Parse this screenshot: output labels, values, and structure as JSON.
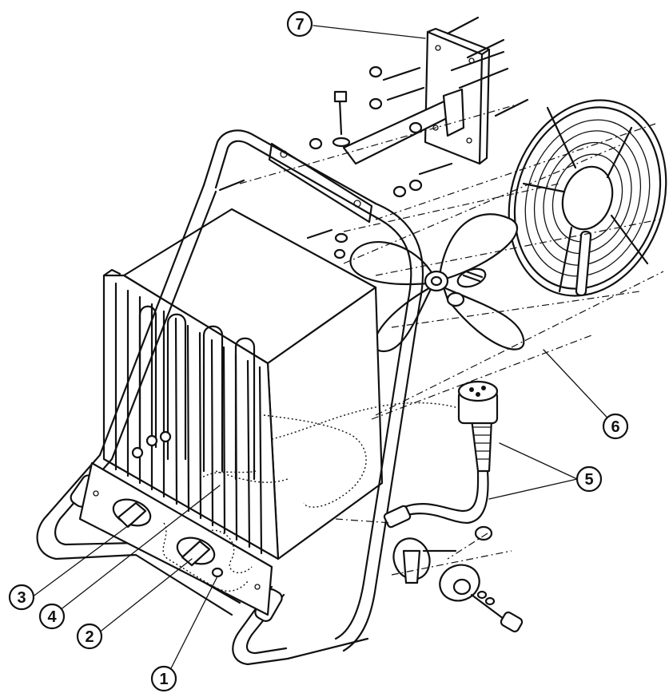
{
  "diagram": {
    "type": "exploded-parts-drawing",
    "colors": {
      "ink": "#111111",
      "paper": "#ffffff"
    },
    "callouts": [
      {
        "id": "1",
        "label": "1"
      },
      {
        "id": "2",
        "label": "2"
      },
      {
        "id": "3",
        "label": "3"
      },
      {
        "id": "4",
        "label": "4"
      },
      {
        "id": "5",
        "label": "5"
      },
      {
        "id": "6",
        "label": "6"
      },
      {
        "id": "7",
        "label": "7"
      }
    ]
  }
}
